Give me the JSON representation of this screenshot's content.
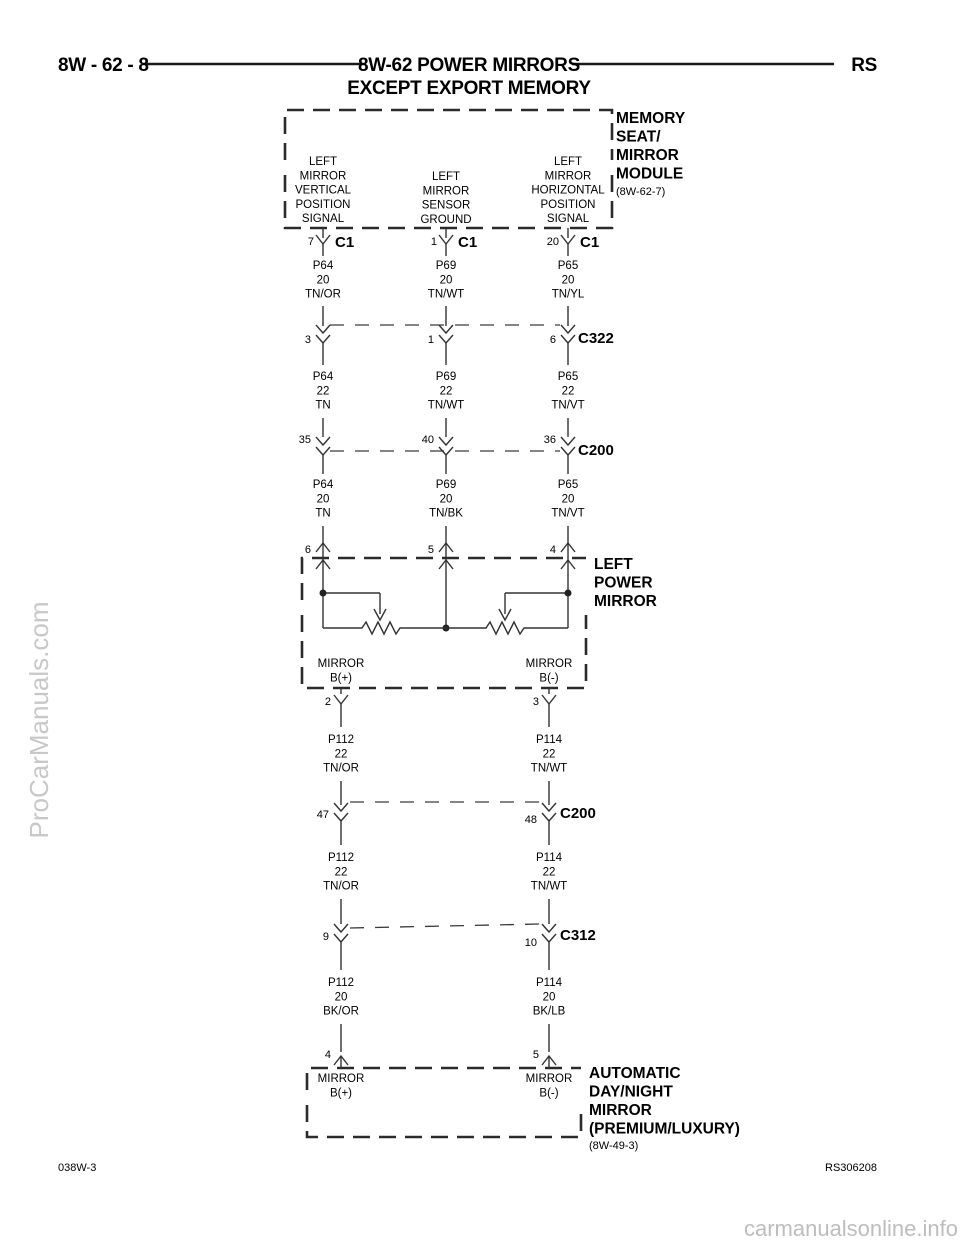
{
  "header": {
    "page_number": "8W - 62 - 8",
    "title_line1": "8W-62 POWER MIRRORS",
    "title_line2": "EXCEPT EXPORT MEMORY",
    "section_code": "RS"
  },
  "memory_module": {
    "name_lines": [
      "MEMORY",
      "SEAT/",
      "MIRROR",
      "MODULE"
    ],
    "ref": "(8W-62-7)",
    "circuits": [
      {
        "lines": [
          "LEFT",
          "MIRROR",
          "VERTICAL",
          "POSITION",
          "SIGNAL"
        ]
      },
      {
        "lines": [
          "LEFT",
          "MIRROR",
          "SENSOR",
          "GROUND"
        ]
      },
      {
        "lines": [
          "LEFT",
          "MIRROR",
          "HORIZONTAL",
          "POSITION",
          "SIGNAL"
        ]
      }
    ],
    "connector": "C1",
    "pins": [
      "7",
      "1",
      "20"
    ]
  },
  "wires_a": [
    {
      "lines": [
        "P64",
        "20",
        "TN/OR"
      ]
    },
    {
      "lines": [
        "P69",
        "20",
        "TN/WT"
      ]
    },
    {
      "lines": [
        "P65",
        "20",
        "TN/YL"
      ]
    }
  ],
  "c322": {
    "name": "C322",
    "pins": [
      "3",
      "1",
      "6"
    ]
  },
  "wires_b": [
    {
      "lines": [
        "P64",
        "22",
        "TN"
      ]
    },
    {
      "lines": [
        "P69",
        "22",
        "TN/WT"
      ]
    },
    {
      "lines": [
        "P65",
        "22",
        "TN/VT"
      ]
    }
  ],
  "c200_top": {
    "name": "C200",
    "pins": [
      "35",
      "40",
      "36"
    ]
  },
  "wires_c": [
    {
      "lines": [
        "P64",
        "20",
        "TN"
      ]
    },
    {
      "lines": [
        "P69",
        "20",
        "TN/BK"
      ]
    },
    {
      "lines": [
        "P65",
        "20",
        "TN/VT"
      ]
    }
  ],
  "left_mirror": {
    "name_lines": [
      "LEFT",
      "POWER",
      "MIRROR"
    ],
    "pins_top": [
      "6",
      "5",
      "4"
    ],
    "labels": [
      {
        "lines": [
          "MIRROR",
          "B(+)"
        ]
      },
      {
        "lines": [
          "MIRROR",
          "B(-)"
        ]
      }
    ],
    "pins_bottom": [
      "2",
      "3"
    ]
  },
  "wires_d": [
    {
      "lines": [
        "P112",
        "22",
        "TN/OR"
      ]
    },
    {
      "lines": [
        "P114",
        "22",
        "TN/WT"
      ]
    }
  ],
  "c200_bottom": {
    "name": "C200",
    "pins": [
      "47",
      "48"
    ]
  },
  "wires_e": [
    {
      "lines": [
        "P112",
        "22",
        "TN/OR"
      ]
    },
    {
      "lines": [
        "P114",
        "22",
        "TN/WT"
      ]
    }
  ],
  "c312": {
    "name": "C312",
    "pins": [
      "9",
      "10"
    ]
  },
  "wires_f": [
    {
      "lines": [
        "P112",
        "20",
        "BK/OR"
      ]
    },
    {
      "lines": [
        "P114",
        "20",
        "BK/LB"
      ]
    }
  ],
  "auto_mirror": {
    "name_lines": [
      "AUTOMATIC",
      "DAY/NIGHT",
      "MIRROR",
      "(PREMIUM/LUXURY)"
    ],
    "ref": "(8W-49-3)",
    "pins": [
      "4",
      "5"
    ],
    "labels": [
      {
        "lines": [
          "MIRROR",
          "B(+)"
        ]
      },
      {
        "lines": [
          "MIRROR",
          "B(-)"
        ]
      }
    ]
  },
  "footer": {
    "left": "038W-3",
    "right": "RS306208"
  },
  "watermarks": {
    "side": "ProCarManuals.com",
    "bottom": "carmanualsonline.info"
  }
}
